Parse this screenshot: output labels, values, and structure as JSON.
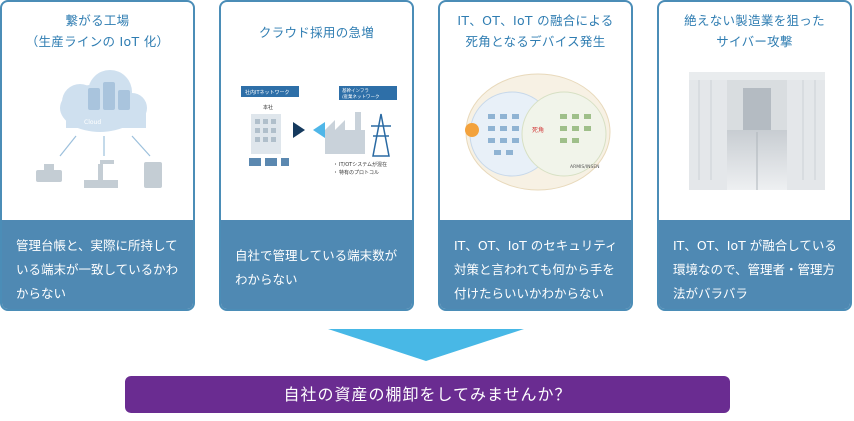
{
  "cards": [
    {
      "title": "繋がる工場\n（生産ラインの IoT 化）",
      "body": "管理台帳と、実際に所持して\nいる端末が一致しているかわ\nからない",
      "illustration": {
        "cloud_label": "Cloud"
      }
    },
    {
      "title": "クラウド採用の急増",
      "body": "自社で管理している端末数が\nわからない",
      "illustration": {
        "left_tag": "社内ITネットワーク",
        "right_tag": "基幹インフラ\n/産業ネットワーク",
        "hq_label": "本社",
        "notes": [
          "IT/OTシステムが混在",
          "特有のプロトコル"
        ]
      }
    },
    {
      "title": "IT、OT、IoT の融合による\n死角となるデバイス発生",
      "body": "IT、OT、IoT のセキュリティ\n対策と言われても何から手を\n付けたらいいかわからない",
      "illustration": {
        "center_label": "死角",
        "brand_label": "ARMIS/INSEN"
      }
    },
    {
      "title": "絶えない製造業を狙った\nサイバー攻撃",
      "body": "IT、OT、IoT が融合している\n環境なので、管理者・管理方\n法がバラバラ",
      "illustration": {}
    }
  ],
  "cta": {
    "label": "自社の資産の棚卸をしてみませんか？"
  },
  "colors": {
    "card_border": "#4b8db7",
    "card_title": "#2f7db2",
    "card_body_bg": "#4f89b3",
    "arrow": "#48b8e6",
    "cta_bg": "#6a2c91"
  }
}
